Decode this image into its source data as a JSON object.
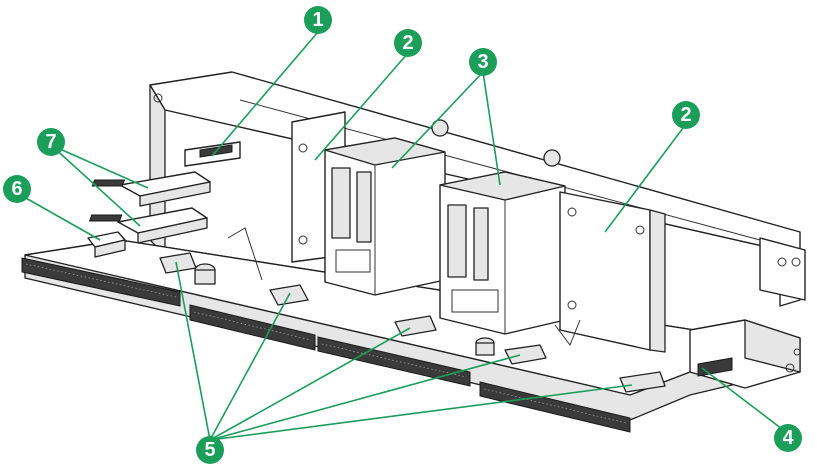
{
  "colors": {
    "callout_fill": "#1b9e5a",
    "leader_line": "#1b9e5a"
  },
  "callouts": [
    {
      "id": "c1",
      "label": "1"
    },
    {
      "id": "c2a",
      "label": "2"
    },
    {
      "id": "c2b",
      "label": "2"
    },
    {
      "id": "c3",
      "label": "3"
    },
    {
      "id": "c4",
      "label": "4"
    },
    {
      "id": "c5",
      "label": "5"
    },
    {
      "id": "c6",
      "label": "6"
    },
    {
      "id": "c7",
      "label": "7"
    }
  ]
}
